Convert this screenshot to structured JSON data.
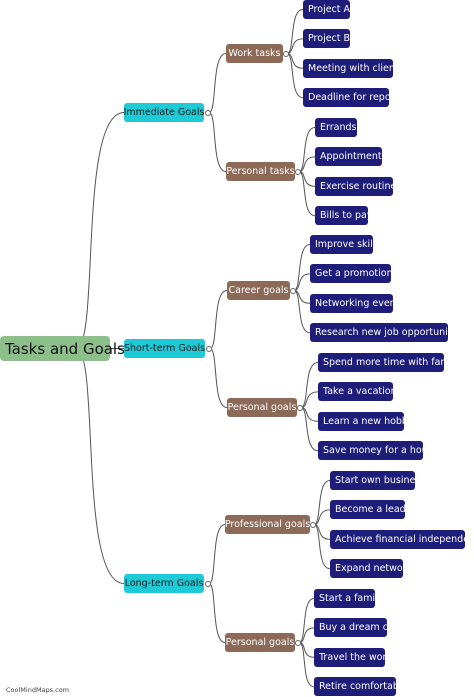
{
  "root": "Tasks and Goals",
  "branches": [
    {
      "label": "Immediate Goals",
      "groups": [
        {
          "label": "Work tasks",
          "items": [
            "Project A",
            "Project B",
            "Meeting with clients",
            "Deadline for report"
          ]
        },
        {
          "label": "Personal tasks",
          "items": [
            "Errands",
            "Appointments",
            "Exercise routine",
            "Bills to pay"
          ]
        }
      ]
    },
    {
      "label": "Short-term Goals",
      "groups": [
        {
          "label": "Career goals",
          "items": [
            "Improve skills",
            "Get a promotion",
            "Networking events",
            "Research new job opportunities"
          ]
        },
        {
          "label": "Personal goals",
          "items": [
            "Spend more time with family",
            "Take a vacation",
            "Learn a new hobby",
            "Save money for a house"
          ]
        }
      ]
    },
    {
      "label": "Long-term Goals",
      "groups": [
        {
          "label": "Professional goals",
          "items": [
            "Start own business",
            "Become a leader",
            "Achieve financial independence",
            "Expand network"
          ]
        },
        {
          "label": "Personal goals",
          "items": [
            "Start a family",
            "Buy a dream car",
            "Travel the world",
            "Retire comfortably"
          ]
        }
      ]
    }
  ],
  "watermark": "CoolMindMaps.com",
  "colors": {
    "root": "#8dbf8b",
    "branch": "#1fcad7",
    "group": "#8d6a58",
    "leaf": "#1e1d7a",
    "link": "#555555"
  }
}
